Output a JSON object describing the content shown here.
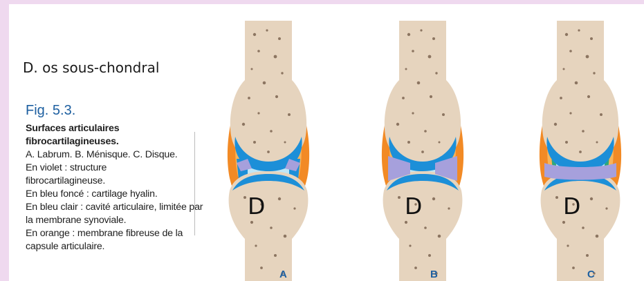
{
  "heading": "D. os sous-chondral",
  "figure": {
    "number": "Fig. 5.3.",
    "title": "Surfaces articulaires fibrocartilagineuses.",
    "lines": [
      "A. Labrum. B. Ménisque. C. Disque.",
      "En violet : structure fibrocartilagineuse.",
      "En bleu foncé : cartilage hyalin.",
      "En bleu clair : cavité articulaire, limitée par la membrane synoviale.",
      "En orange : membrane fibreuse de la capsule articulaire."
    ]
  },
  "joints": [
    {
      "letter": "A",
      "marker": "D",
      "variant": "labrum"
    },
    {
      "letter": "B",
      "marker": "D",
      "variant": "menisque"
    },
    {
      "letter": "C",
      "marker": "D",
      "variant": "disque"
    }
  ],
  "colors": {
    "capsule_orange": "#f28a25",
    "capsule_light": "#f7b45a",
    "synovial_green": "#2ea77d",
    "hyaline_blue": "#1c8fd8",
    "cavity_light_blue": "#bfe6f7",
    "fibrocartilage_violet": "#a6a0dc",
    "bone": "#e6d4be",
    "bone_pores": "#7d6551",
    "caption_blue": "#1d5fa0"
  }
}
